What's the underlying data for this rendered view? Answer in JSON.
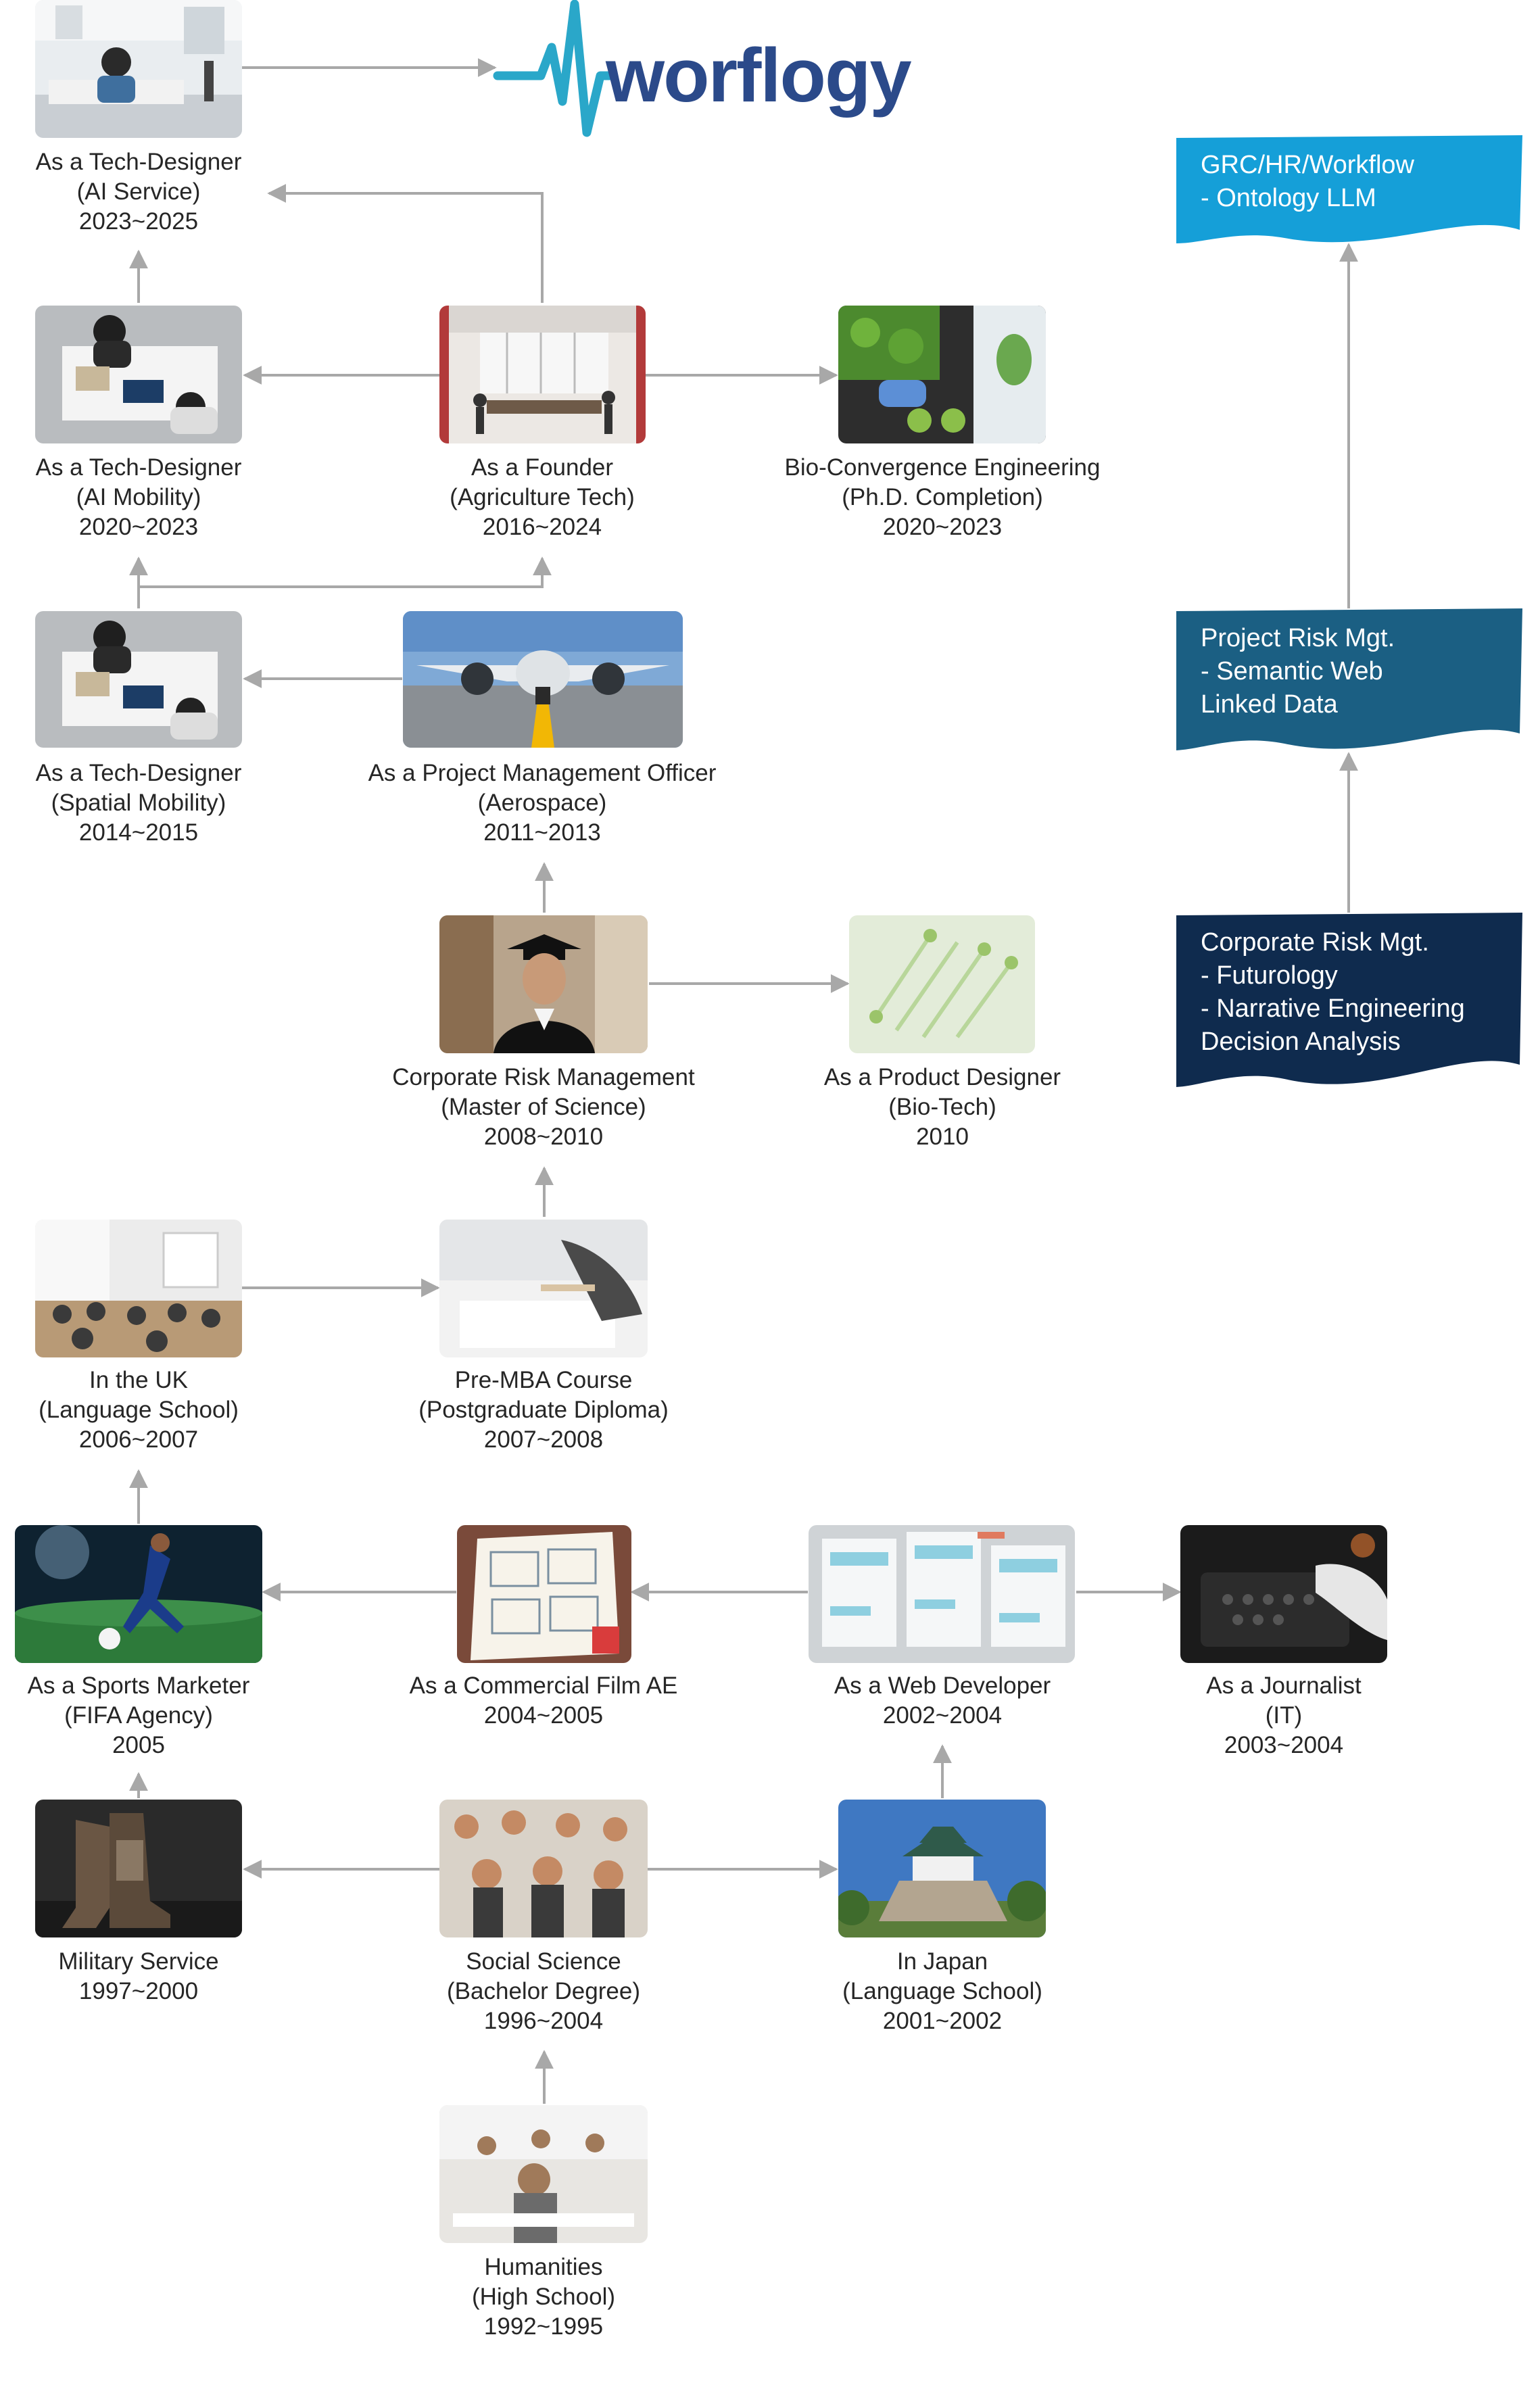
{
  "logo": {
    "wordmark": "worflogy",
    "colors": {
      "wave": "#2aa7c9",
      "text": "#2b4a8a"
    }
  },
  "colors": {
    "arrow": "#a8a8a8",
    "caption": "#262626"
  },
  "banners": [
    {
      "id": "grc",
      "lines": [
        "GRC/HR/Workflow",
        "- Ontology LLM"
      ],
      "color": "#159fd8"
    },
    {
      "id": "prm",
      "lines": [
        "Project Risk Mgt.",
        "- Semantic Web",
        "Linked Data"
      ],
      "color": "#1b5f83"
    },
    {
      "id": "crm",
      "lines": [
        "Corporate Risk Mgt.",
        "- Futurology",
        "- Narrative Engineering",
        "Decision Analysis"
      ],
      "color": "#0f2b4e"
    }
  ],
  "nodes": [
    {
      "id": "ai-service",
      "image": "office-workspace-photo",
      "lines": [
        "As a Tech-Designer",
        "(AI Service)",
        "2023~2025"
      ]
    },
    {
      "id": "ai-mobility",
      "image": "designers-at-table-photo",
      "lines": [
        "As a Tech-Designer",
        "(AI Mobility)",
        "2020~2023"
      ]
    },
    {
      "id": "founder",
      "image": "open-office-photo",
      "lines": [
        "As a Founder",
        "(Agriculture Tech)",
        "2016~2024"
      ]
    },
    {
      "id": "bio-convergence",
      "image": "lab-plants-photo",
      "lines": [
        "Bio-Convergence Engineering",
        "(Ph.D. Completion)",
        "2020~2023"
      ]
    },
    {
      "id": "spatial-mobility",
      "image": "designers-at-table-photo",
      "lines": [
        "As a Tech-Designer",
        "(Spatial Mobility)",
        "2014~2015"
      ]
    },
    {
      "id": "pmo",
      "image": "airplane-runway-photo",
      "lines": [
        "As a Project Management Officer",
        "(Aerospace)",
        "2011~2013"
      ]
    },
    {
      "id": "risk-mgmt-ms",
      "image": "graduate-photo",
      "lines": [
        "Corporate Risk Management",
        "(Master of Science)",
        "2008~2010"
      ]
    },
    {
      "id": "product-designer",
      "image": "microscope-cells-photo",
      "lines": [
        "As a Product Designer",
        "(Bio-Tech)",
        "2010"
      ]
    },
    {
      "id": "uk",
      "image": "classroom-lecture-photo",
      "lines": [
        "In the UK",
        "(Language School)",
        "2006~2007"
      ]
    },
    {
      "id": "pre-mba",
      "image": "writing-notebook-photo",
      "lines": [
        "Pre-MBA Course",
        "(Postgraduate Diploma)",
        "2007~2008"
      ]
    },
    {
      "id": "sports-marketer",
      "image": "football-stadium-photo",
      "lines": [
        "As a Sports Marketer",
        "(FIFA Agency)",
        "2005"
      ]
    },
    {
      "id": "film-ae",
      "image": "storyboard-sketch-photo",
      "lines": [
        "As a Commercial Film AE",
        "2004~2005"
      ]
    },
    {
      "id": "web-developer",
      "image": "wireframes-photo",
      "lines": [
        "As a Web Developer",
        "2002~2004"
      ]
    },
    {
      "id": "journalist",
      "image": "typewriter-photo",
      "lines": [
        "As a Journalist",
        "(IT)",
        "2003~2004"
      ]
    },
    {
      "id": "military",
      "image": "boots-photo",
      "lines": [
        "Military Service",
        "1997~2000"
      ]
    },
    {
      "id": "social-science",
      "image": "students-lecture-photo",
      "lines": [
        "Social Science",
        "(Bachelor Degree)",
        "1996~2004"
      ]
    },
    {
      "id": "japan",
      "image": "japanese-castle-photo",
      "lines": [
        "In Japan",
        "(Language School)",
        "2001~2002"
      ]
    },
    {
      "id": "humanities",
      "image": "students-exam-photo",
      "lines": [
        "Humanities",
        "(High School)",
        "1992~1995"
      ]
    }
  ]
}
